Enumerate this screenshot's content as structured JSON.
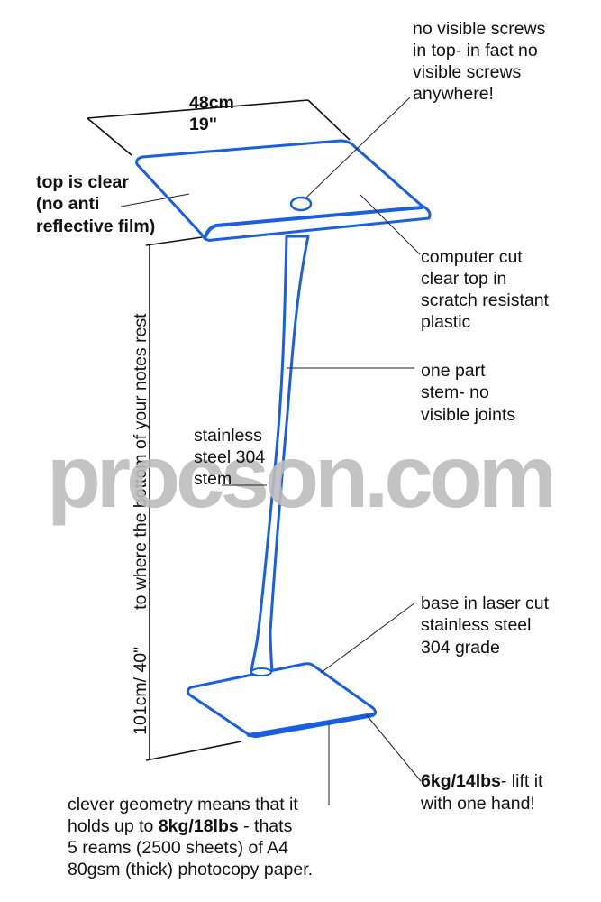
{
  "watermark": "procson.com",
  "colors": {
    "outline": "#1a5fe0",
    "watermark": "#bdbdbd",
    "text": "#111111"
  },
  "width_dimension": {
    "metric": "48cm",
    "imperial": "19\""
  },
  "height_dimension": {
    "measure": "101cm/ 40\"",
    "note": "to where the bottom of your notes rest"
  },
  "annotations": {
    "screws": [
      "no visible screws",
      "in top- in fact no",
      "visible screws",
      "anywhere!"
    ],
    "top_clear": [
      "top is clear",
      "(no anti",
      "reflective film)"
    ],
    "computer_cut": [
      "computer cut",
      "clear top in",
      "scratch resistant",
      "plastic"
    ],
    "one_part": [
      "one part",
      "stem- no",
      "visible joints"
    ],
    "stem_material": [
      "stainless",
      "steel 304",
      "stem"
    ],
    "base": [
      "base in laser cut",
      "stainless steel",
      "304 grade"
    ],
    "weight": {
      "bold": "6kg/14lbs",
      "rest1": "- lift it",
      "line2": "with one hand!"
    },
    "capacity": {
      "line1": "clever geometry means that it",
      "line2_pre": "holds up to ",
      "line2_bold": "8kg/18lbs",
      "line2_post": " - thats",
      "line3": "5 reams (2500 sheets) of A4",
      "line4": "80gsm (thick) photocopy paper."
    }
  }
}
